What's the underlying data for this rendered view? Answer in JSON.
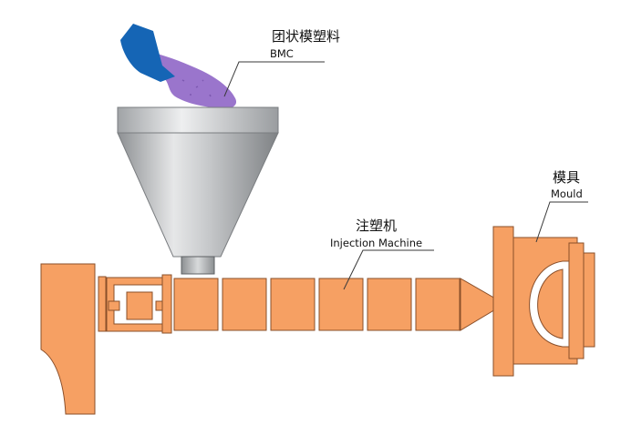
{
  "labels": {
    "bmc": {
      "zh": "团状模塑料",
      "en": "BMC"
    },
    "machine": {
      "zh": "注塑机",
      "en": "Injection Machine"
    },
    "mould": {
      "zh": "模具",
      "en": "Mould"
    }
  },
  "colors": {
    "machine_orange": "#f6a063",
    "outline": "#8a4f2a",
    "hopper_gray": "#b9bcbe",
    "scoop_blue": "#1565b5",
    "bmc_purple": "#9a75cc",
    "white": "#ffffff",
    "line": "#3a3a3a"
  }
}
